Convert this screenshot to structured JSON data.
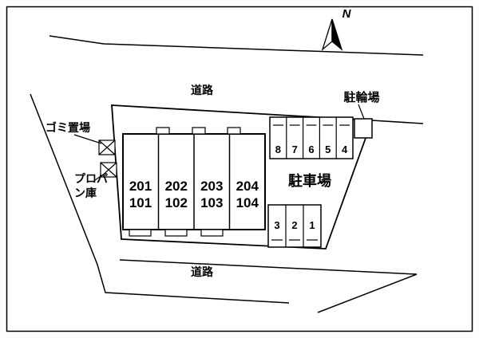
{
  "compass": {
    "label": "N"
  },
  "roads": {
    "top_label": "道路",
    "bottom_label": "道路"
  },
  "site": {
    "building": {
      "units": [
        {
          "upper": "201",
          "lower": "101"
        },
        {
          "upper": "202",
          "lower": "102"
        },
        {
          "upper": "203",
          "lower": "103"
        },
        {
          "upper": "204",
          "lower": "104"
        }
      ]
    },
    "bike_parking": {
      "label": "駐輪場",
      "stalls": [
        "8",
        "7",
        "6",
        "5",
        "4"
      ]
    },
    "car_parking": {
      "label": "駐車場",
      "stalls": [
        "3",
        "2",
        "1"
      ]
    },
    "garbage": {
      "label": "ゴミ置場"
    },
    "propane": {
      "line1": "プロパ",
      "line2": "ン庫"
    }
  }
}
